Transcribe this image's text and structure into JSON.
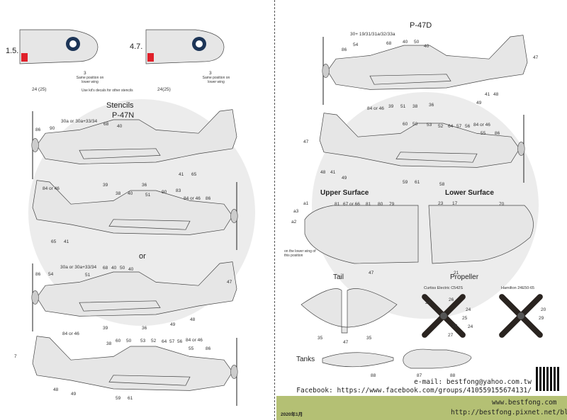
{
  "profiles": {
    "p1": {
      "number": "1.5.",
      "marking": "3",
      "marking_note": "Same position on lower wing",
      "stripe": "24 (25)"
    },
    "p2": {
      "number": "4.7.",
      "marking": "3",
      "marking_note": "Same position on lower wing",
      "stripe": "24(25)"
    },
    "note": "Use kit's decals for other stencils"
  },
  "left": {
    "title": "Stencils",
    "subtitle": "P-47N",
    "or_label": "or",
    "plane1_labels": [
      "86",
      "90",
      "30a or 30a+33/34",
      "68",
      "40",
      "84 or 46",
      "39",
      "36",
      "41",
      "65"
    ],
    "plane2_labels": [
      "38",
      "40",
      "51",
      "90",
      "83",
      "84 or 46",
      "86",
      "65",
      "41"
    ],
    "plane3_labels": [
      "86",
      "54",
      "30a or 30a+33/34",
      "68",
      "40",
      "50",
      "40",
      "51",
      "84 or 46",
      "39",
      "36",
      "49",
      "48",
      "47"
    ],
    "plane4_labels": [
      "7",
      "38",
      "60",
      "50",
      "53",
      "52",
      "64",
      "57",
      "56",
      "84 or 46",
      "55",
      "86",
      "48",
      "49",
      "59",
      "61"
    ]
  },
  "right": {
    "title": "P-47D",
    "top_labels": [
      "30+ 19/31/31a/32/33a",
      "86",
      "54",
      "68",
      "40",
      "50",
      "40",
      "47",
      "84 or 46",
      "39",
      "51",
      "38",
      "36",
      "49",
      "41",
      "48"
    ],
    "bottom_labels": [
      "47",
      "60",
      "50",
      "53",
      "52",
      "64",
      "57",
      "56",
      "84 or 46",
      "55",
      "86",
      "48",
      "41",
      "49",
      "59",
      "61",
      "58"
    ],
    "upper_surface": {
      "title": "Upper Surface",
      "labels": [
        "a1",
        "a3",
        "a2",
        "81",
        "67 or 66",
        "81",
        "80",
        "79",
        "47"
      ],
      "note": "on the lower wing of this position"
    },
    "lower_surface": {
      "title": "Lower Surface",
      "labels": [
        "23",
        "17",
        "70",
        "21"
      ]
    },
    "tail": {
      "title": "Tail",
      "labels": [
        "35",
        "47",
        "35"
      ]
    },
    "propeller": {
      "title": "Propeller",
      "prop1": "Curtiss Electric C542S",
      "prop2": "Hamilton 24E50-65",
      "prop1_labels": [
        "24",
        "26",
        "24",
        "25",
        "28",
        "27",
        "24"
      ],
      "prop2_labels": [
        "20",
        "29"
      ]
    },
    "tanks": {
      "title": "Tanks",
      "labels": [
        "88",
        "87",
        "88"
      ]
    }
  },
  "contact": {
    "email": "e-mail: bestfong@yahoo.com.tw",
    "facebook": "Facebook: https://www.facebook.com/groups/410559155674131/"
  },
  "footer": {
    "date": "2020年1月",
    "website": "www.bestfong.com",
    "blog": "http://bestfong.pixnet.net/blog"
  },
  "colors": {
    "footer": "#b4c074",
    "roundel": "#1d3557",
    "red": "#e0202a"
  }
}
